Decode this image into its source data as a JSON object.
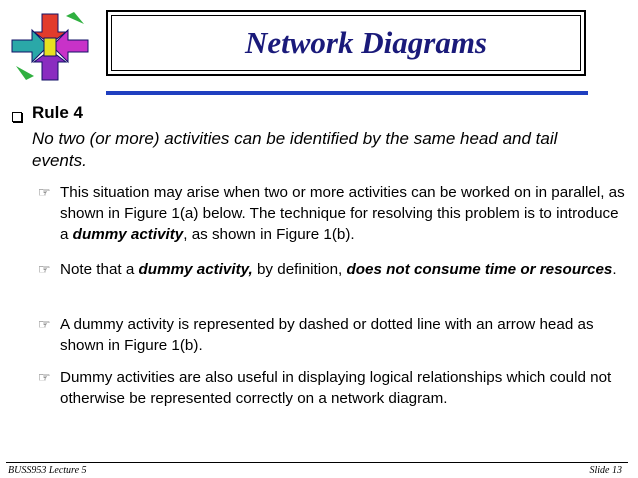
{
  "title": "Network Diagrams",
  "rule": {
    "heading": "Rule 4",
    "body": "No two (or more) activities can be identified by the same head and tail events."
  },
  "points": [
    {
      "a": "This situation may arise when two or more activities can be worked on in parallel, as shown in Figure 1(a) below.  The technique for resolving this problem is to introduce a ",
      "b": "dummy activity",
      "c": ", as shown in Figure 1(b)."
    },
    {
      "a": "Note that a ",
      "b": "dummy activity,",
      "c": " by definition, ",
      "d": "does not consume time or resources",
      "e": "."
    },
    {
      "text": "A dummy activity is represented by dashed or dotted line with an arrow head as shown in Figure 1(b)."
    },
    {
      "text": "Dummy activities are also useful in displaying logical relationships which could not otherwise be represented correctly on a network diagram."
    }
  ],
  "footer": {
    "left": "BUSS953  Lecture  5",
    "right": "Slide  13"
  },
  "icons": {
    "bullet": "square-bullet-icon",
    "sub_bullet": "pointing-hand-icon",
    "logo": "university-logo"
  }
}
